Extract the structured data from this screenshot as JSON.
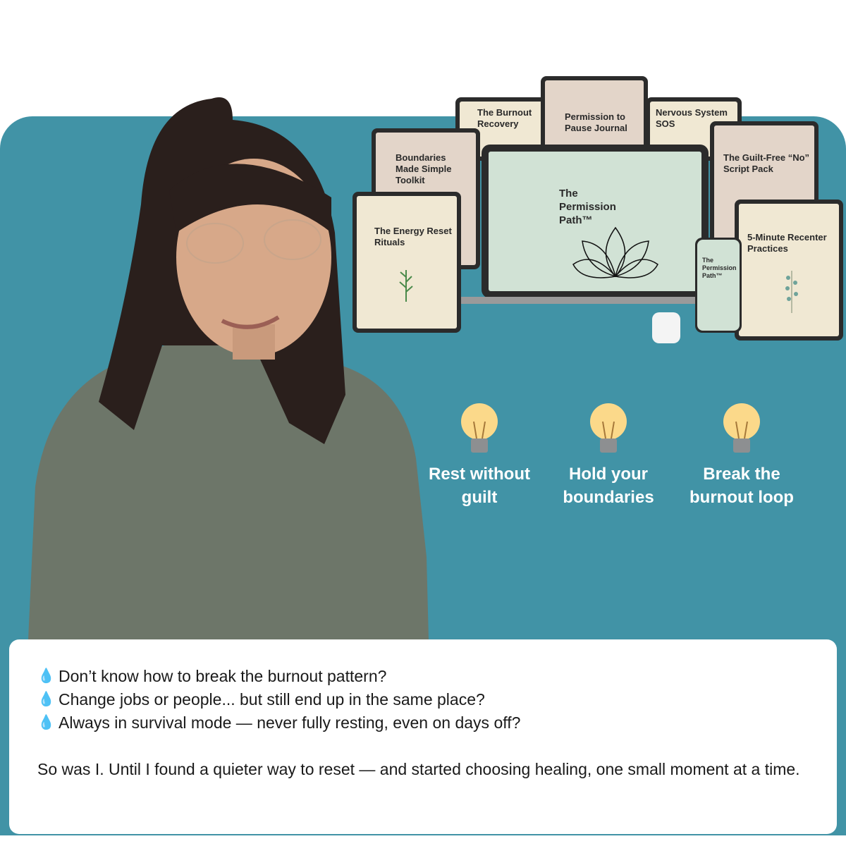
{
  "products": {
    "burnout": "The Burnout Recovery",
    "pause": "Permission to Pause Journal",
    "nervous": "Nervous System SOS",
    "boundaries": "Boundaries Made Simple Toolkit",
    "guilt": "The Guilt-Free “No” Script Pack",
    "energy": "The Energy Reset Rituals",
    "laptop": "The Permission Path™",
    "phone": "The Permission Path™",
    "recenter": "5-Minute Recenter Practices"
  },
  "features": [
    {
      "icon": "lightbulb-icon",
      "label": "Rest without guilt"
    },
    {
      "icon": "lightbulb-icon",
      "label": "Hold your boundaries"
    },
    {
      "icon": "lightbulb-icon",
      "label": "Break the burnout loop"
    }
  ],
  "pain_points": [
    {
      "icon": "droplet-icon",
      "text": "Don’t know how to break the burnout pattern?"
    },
    {
      "icon": "droplet-icon",
      "text": "Change jobs or people... but still end up in the same place?"
    },
    {
      "icon": "droplet-icon",
      "text": "Always in survival mode — never fully resting, even on days off?"
    }
  ],
  "story": "So was I. Until I found a quieter way to reset — and started choosing healing, one small moment at a time.",
  "colors": {
    "panel": "#4193a6",
    "drop": "#3b9be3"
  }
}
